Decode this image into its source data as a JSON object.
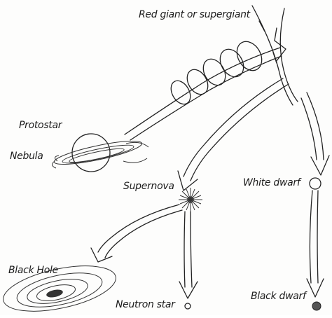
{
  "labels": {
    "red_giant": "Red giant or supergiant",
    "protostar": "Protostar",
    "nebula": "Nebula",
    "supernova": "Supernova",
    "white_dwarf": "White dwarf",
    "black_hole": "Black Hole",
    "neutron_star": "Neutron star",
    "black_dwarf": "Black dwarf"
  }
}
